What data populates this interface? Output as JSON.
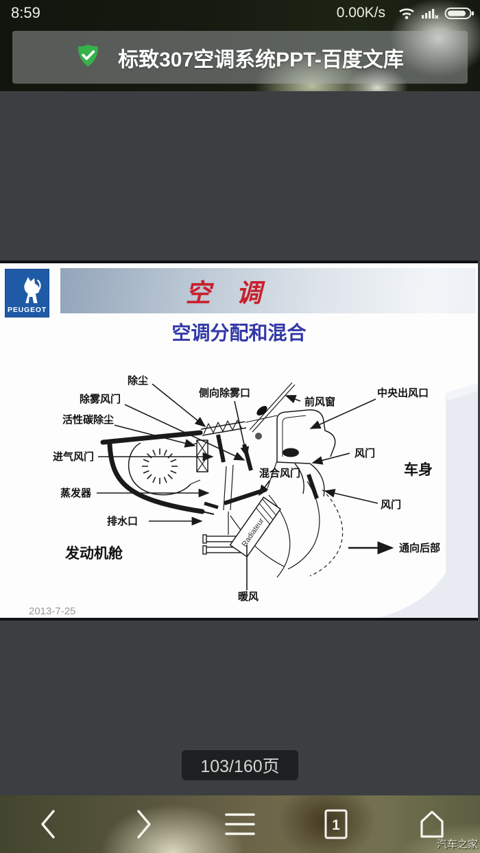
{
  "status_bar": {
    "time": "8:59",
    "network_speed": "0.00K/s",
    "icons": {
      "wifi": "wifi-icon",
      "signal": "cell-signal-icon",
      "battery": "battery-icon"
    }
  },
  "title_bar": {
    "title": "标致307空调系统PPT-百度文库",
    "icon": "verified-shield-check"
  },
  "slide": {
    "logo": {
      "brand": "PEUGEOT",
      "icon": "peugeot-lion"
    },
    "header_title": "空　调",
    "subtitle": "空调分配和混合",
    "date": "2013-7-25",
    "diagram": {
      "radiator": "Radiateur",
      "labels": {
        "dust": "除尘",
        "defrost_damper": "除雾风门",
        "carbon_filter": "活性碳除尘",
        "intake_damper": "进气风门",
        "evaporator": "蒸发器",
        "drain": "排水口",
        "engine_bay": "发动机舱",
        "side_defrost": "侧向除雾口",
        "windshield": "前风窗",
        "center_vent": "中央出风口",
        "damper_upper": "风门",
        "body": "车身",
        "mix_damper": "混合风门",
        "damper_lower": "风门",
        "to_rear": "通向后部",
        "heater": "暖风"
      }
    }
  },
  "viewer": {
    "page_indicator": "103/160页"
  },
  "nav_bar": {
    "tab_count": "1",
    "icons": [
      "back-icon",
      "forward-icon",
      "menu-icon",
      "tabs-icon",
      "home-icon"
    ]
  },
  "watermark": "汽车之家",
  "colors": {
    "verified_green": "#35b34a",
    "peugeot_blue": "#1f5aa6",
    "slide_title_red": "#c8202c",
    "subtitle_blue": "#3238a8",
    "viewer_bg": "#3b3f42"
  }
}
